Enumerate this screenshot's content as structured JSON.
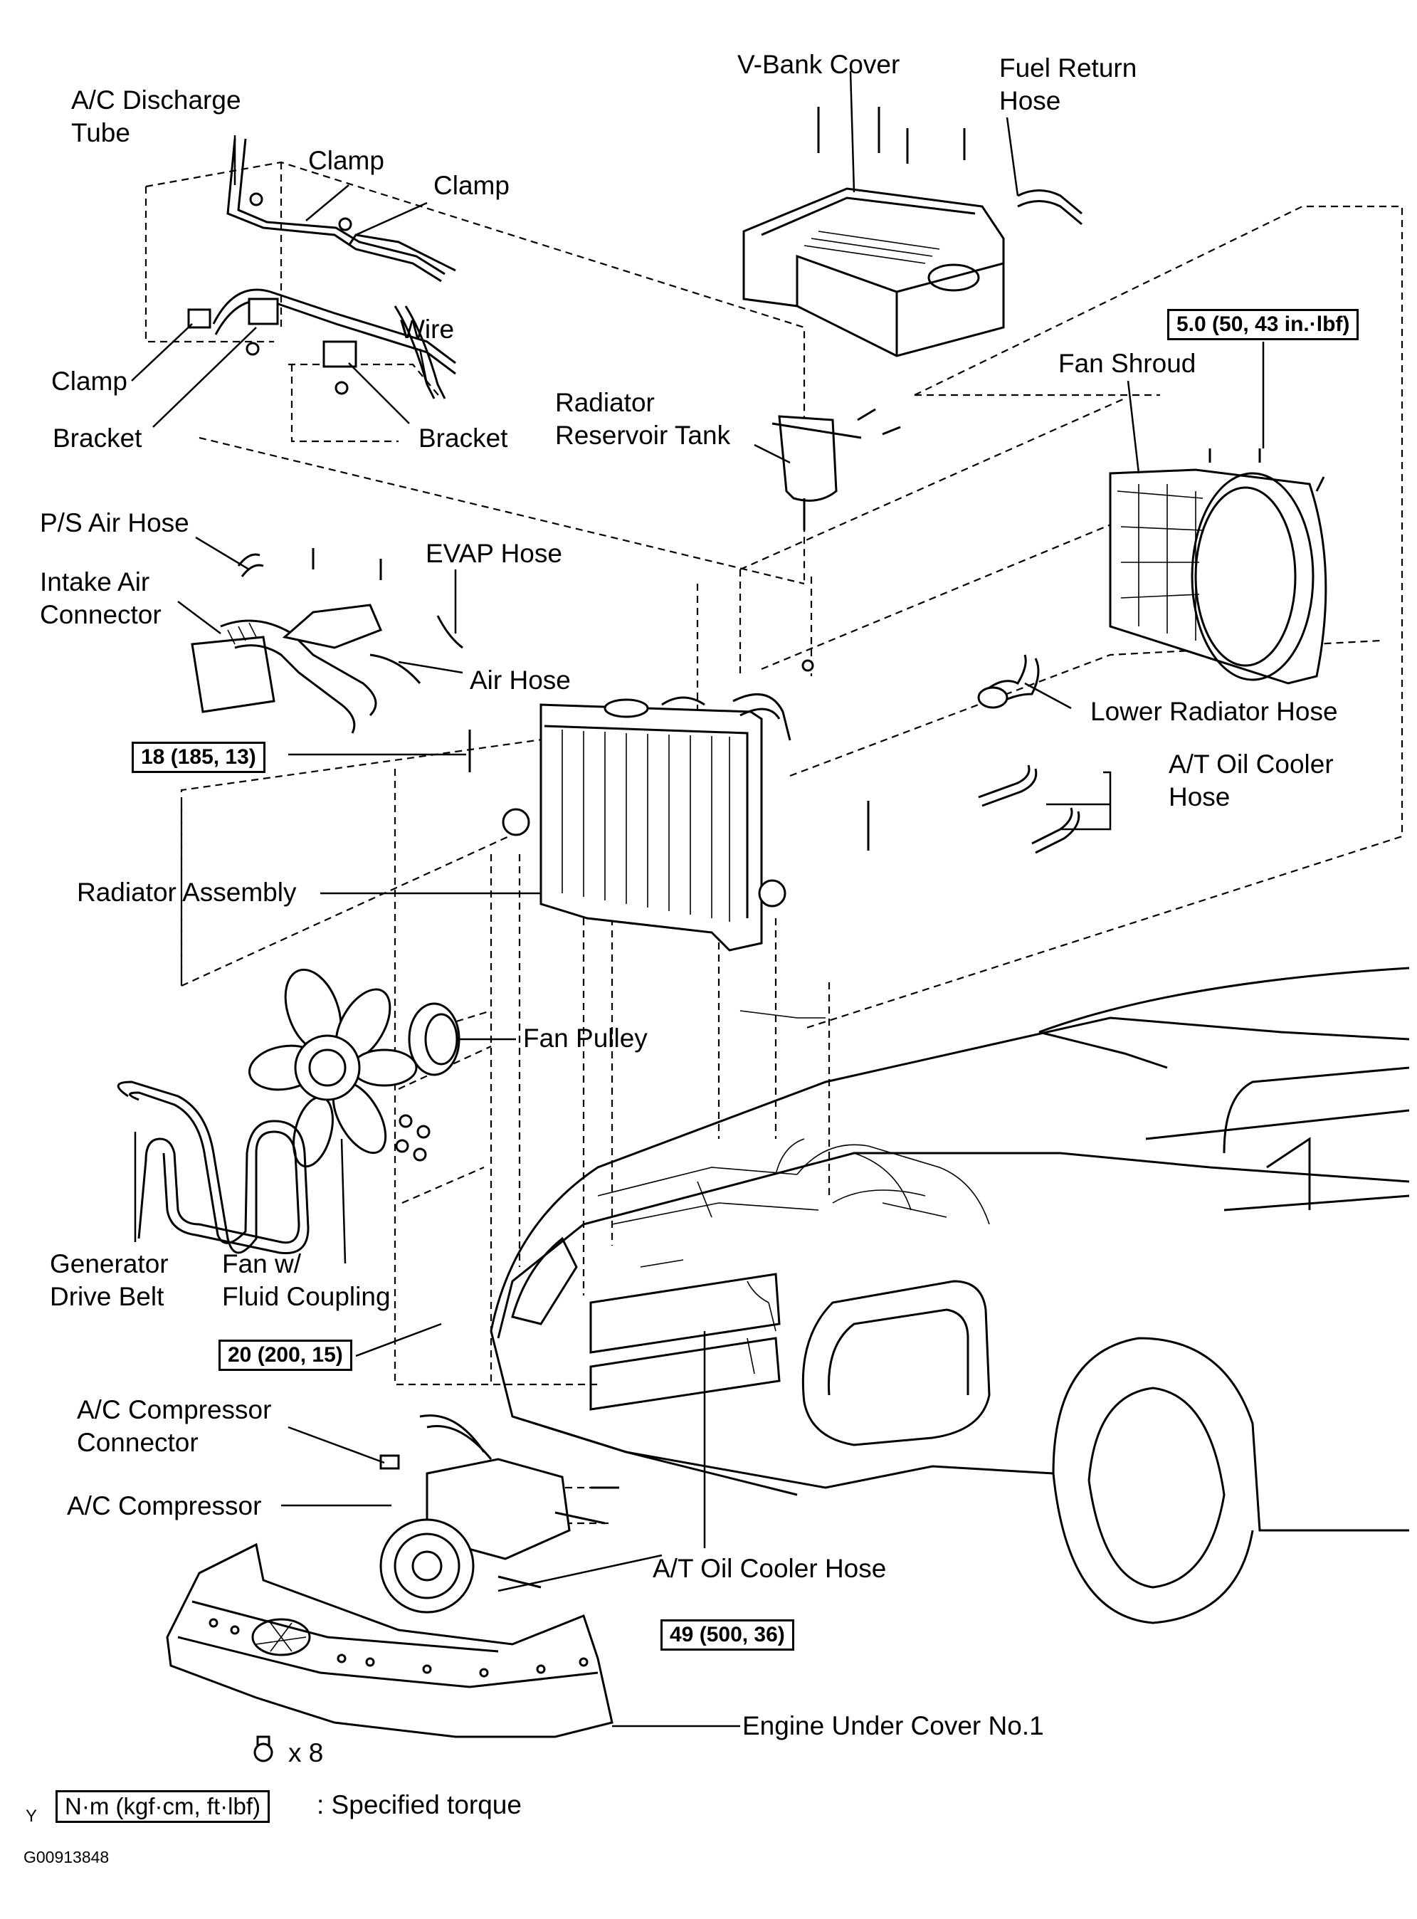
{
  "labels": {
    "ac_discharge_tube": "A/C Discharge\nTube",
    "clamp_1": "Clamp",
    "clamp_2": "Clamp",
    "clamp_3": "Clamp",
    "wire": "Wire",
    "bracket_1": "Bracket",
    "bracket_2": "Bracket",
    "v_bank_cover": "V-Bank Cover",
    "fuel_return_hose": "Fuel Return\nHose",
    "radiator_reservoir_tank": "Radiator\nReservoir Tank",
    "fan_shroud": "Fan Shroud",
    "ps_air_hose": "P/S Air Hose",
    "intake_air_connector": "Intake Air\nConnector",
    "evap_hose": "EVAP Hose",
    "air_hose": "Air Hose",
    "lower_radiator_hose": "Lower Radiator Hose",
    "at_oil_cooler_hose_top": "A/T Oil Cooler\nHose",
    "radiator_assembly": "Radiator Assembly",
    "fan_pulley": "Fan Pulley",
    "generator_drive_belt": "Generator\nDrive Belt",
    "fan_fluid_coupling": "Fan w/\nFluid Coupling",
    "ac_compressor_connector": "A/C Compressor\nConnector",
    "ac_compressor": "A/C Compressor",
    "at_oil_cooler_hose_bottom": "A/T Oil Cooler Hose",
    "engine_under_cover": "Engine Under Cover No.1",
    "bolt_count": "x 8"
  },
  "torques": {
    "fan_shroud_bolt": "5.0 (50, 43 in.·lbf)",
    "radiator_bolt": "18 (185, 13)",
    "fan_nut": "20 (200, 15)",
    "compressor_bolt": "49 (500, 36)"
  },
  "legend": {
    "unit": "N·m (kgf·cm, ft·lbf)",
    "text": ": Specified torque"
  },
  "footer": {
    "mark": "Y",
    "figure_id": "G00913848"
  }
}
